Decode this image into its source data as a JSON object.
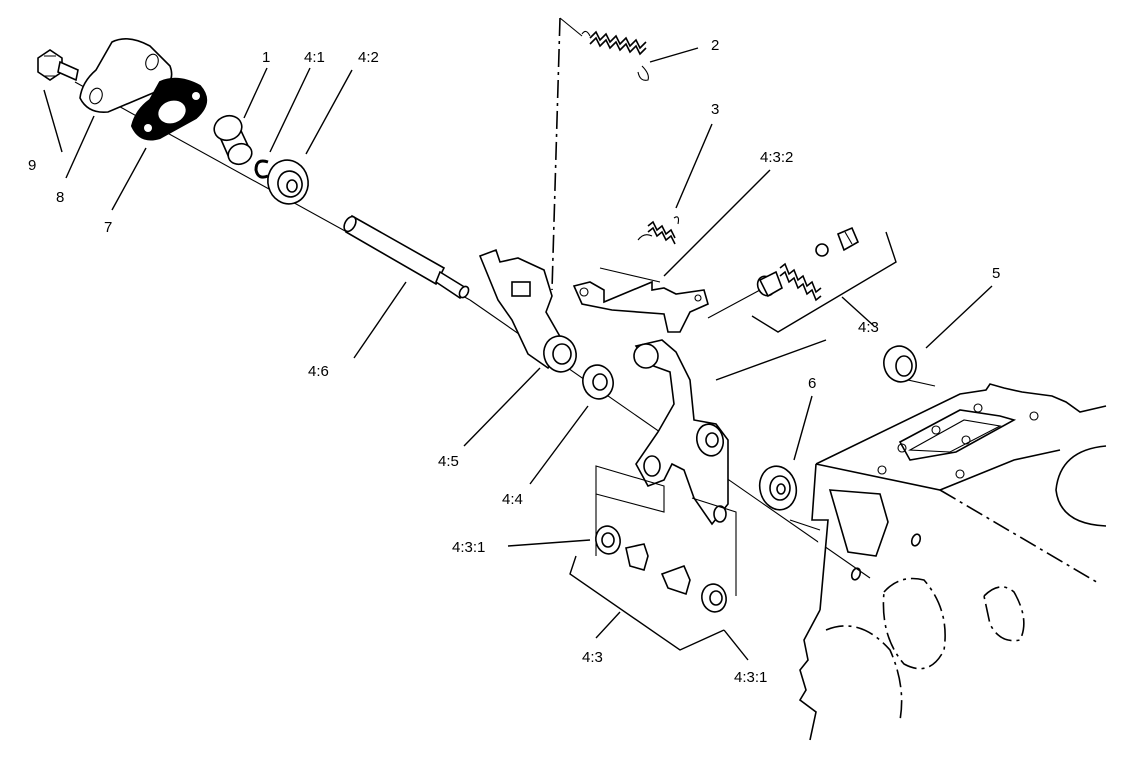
{
  "diagram": {
    "callouts": {
      "c1": "1",
      "c2": "2",
      "c3": "3",
      "c4_1": "4:1",
      "c4_2": "4:2",
      "c4_3_2": "4:3:2",
      "c4_3_top": "4:3",
      "c5": "5",
      "c6": "6",
      "c4_6": "4:6",
      "c4_5": "4:5",
      "c4_4": "4:4",
      "c4_3_1_left": "4:3:1",
      "c4_3_bottom": "4:3",
      "c4_3_1_bottom": "4:3:1",
      "c7": "7",
      "c8": "8",
      "c9": "9"
    },
    "colors": {
      "ink": "#000000",
      "paper": "#ffffff"
    }
  }
}
